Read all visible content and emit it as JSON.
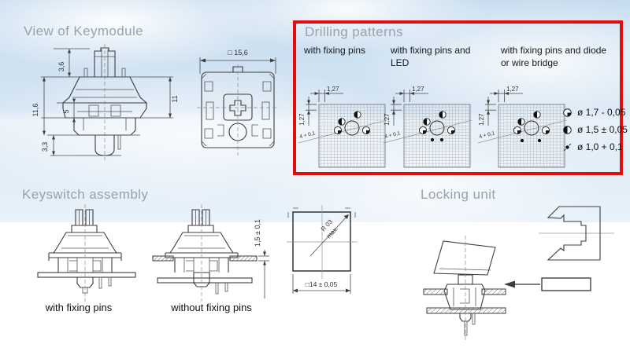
{
  "colors": {
    "highlight_box": "#e10e0e",
    "section_title": "#96a3ae",
    "sky": "#cfe2f2",
    "line_art": "#3c3c3c"
  },
  "keymodule": {
    "title": "View of Keymodule",
    "front": {
      "dim_stem": "3,6",
      "dim_body": "11,6",
      "dim_mid": "5",
      "dim_pin": "3,3",
      "dim_right": "11"
    },
    "bottom": {
      "dim_width": "□ 15,6"
    }
  },
  "drilling": {
    "title": "Drilling patterns",
    "patterns": [
      {
        "label": "with fixing pins",
        "dim_top": "1,27",
        "dim_side": "1,27",
        "dim_hole": "4 + 0,1"
      },
      {
        "label": "with fixing pins and LED",
        "dim_top": "1,27",
        "dim_side": "1,27",
        "dim_hole": "4 + 0,1"
      },
      {
        "label": "with fixing pins and diode or wire bridge",
        "dim_top": "1,27",
        "dim_side": "1,27",
        "dim_hole": "4 + 0,1"
      }
    ],
    "legend": [
      {
        "symbol": "quarter-filled-circle",
        "label": "ø 1,7 - 0,05"
      },
      {
        "symbol": "half-filled-circle",
        "label": "ø 1,5 ± 0,05"
      },
      {
        "symbol": "small-dot",
        "label": "ø 1,0 + 0,1"
      }
    ]
  },
  "assembly": {
    "title": "Keyswitch assembly",
    "variant_with": "with fixing pins",
    "variant_without": "without fixing pins",
    "dim_plate": "1,5 ± 0,1",
    "keycap_square": {
      "dim_radius_line1": "R 03",
      "dim_radius_line2": "max.",
      "dim_width": "□14 ± 0,05"
    }
  },
  "locking": {
    "title": "Locking unit"
  }
}
